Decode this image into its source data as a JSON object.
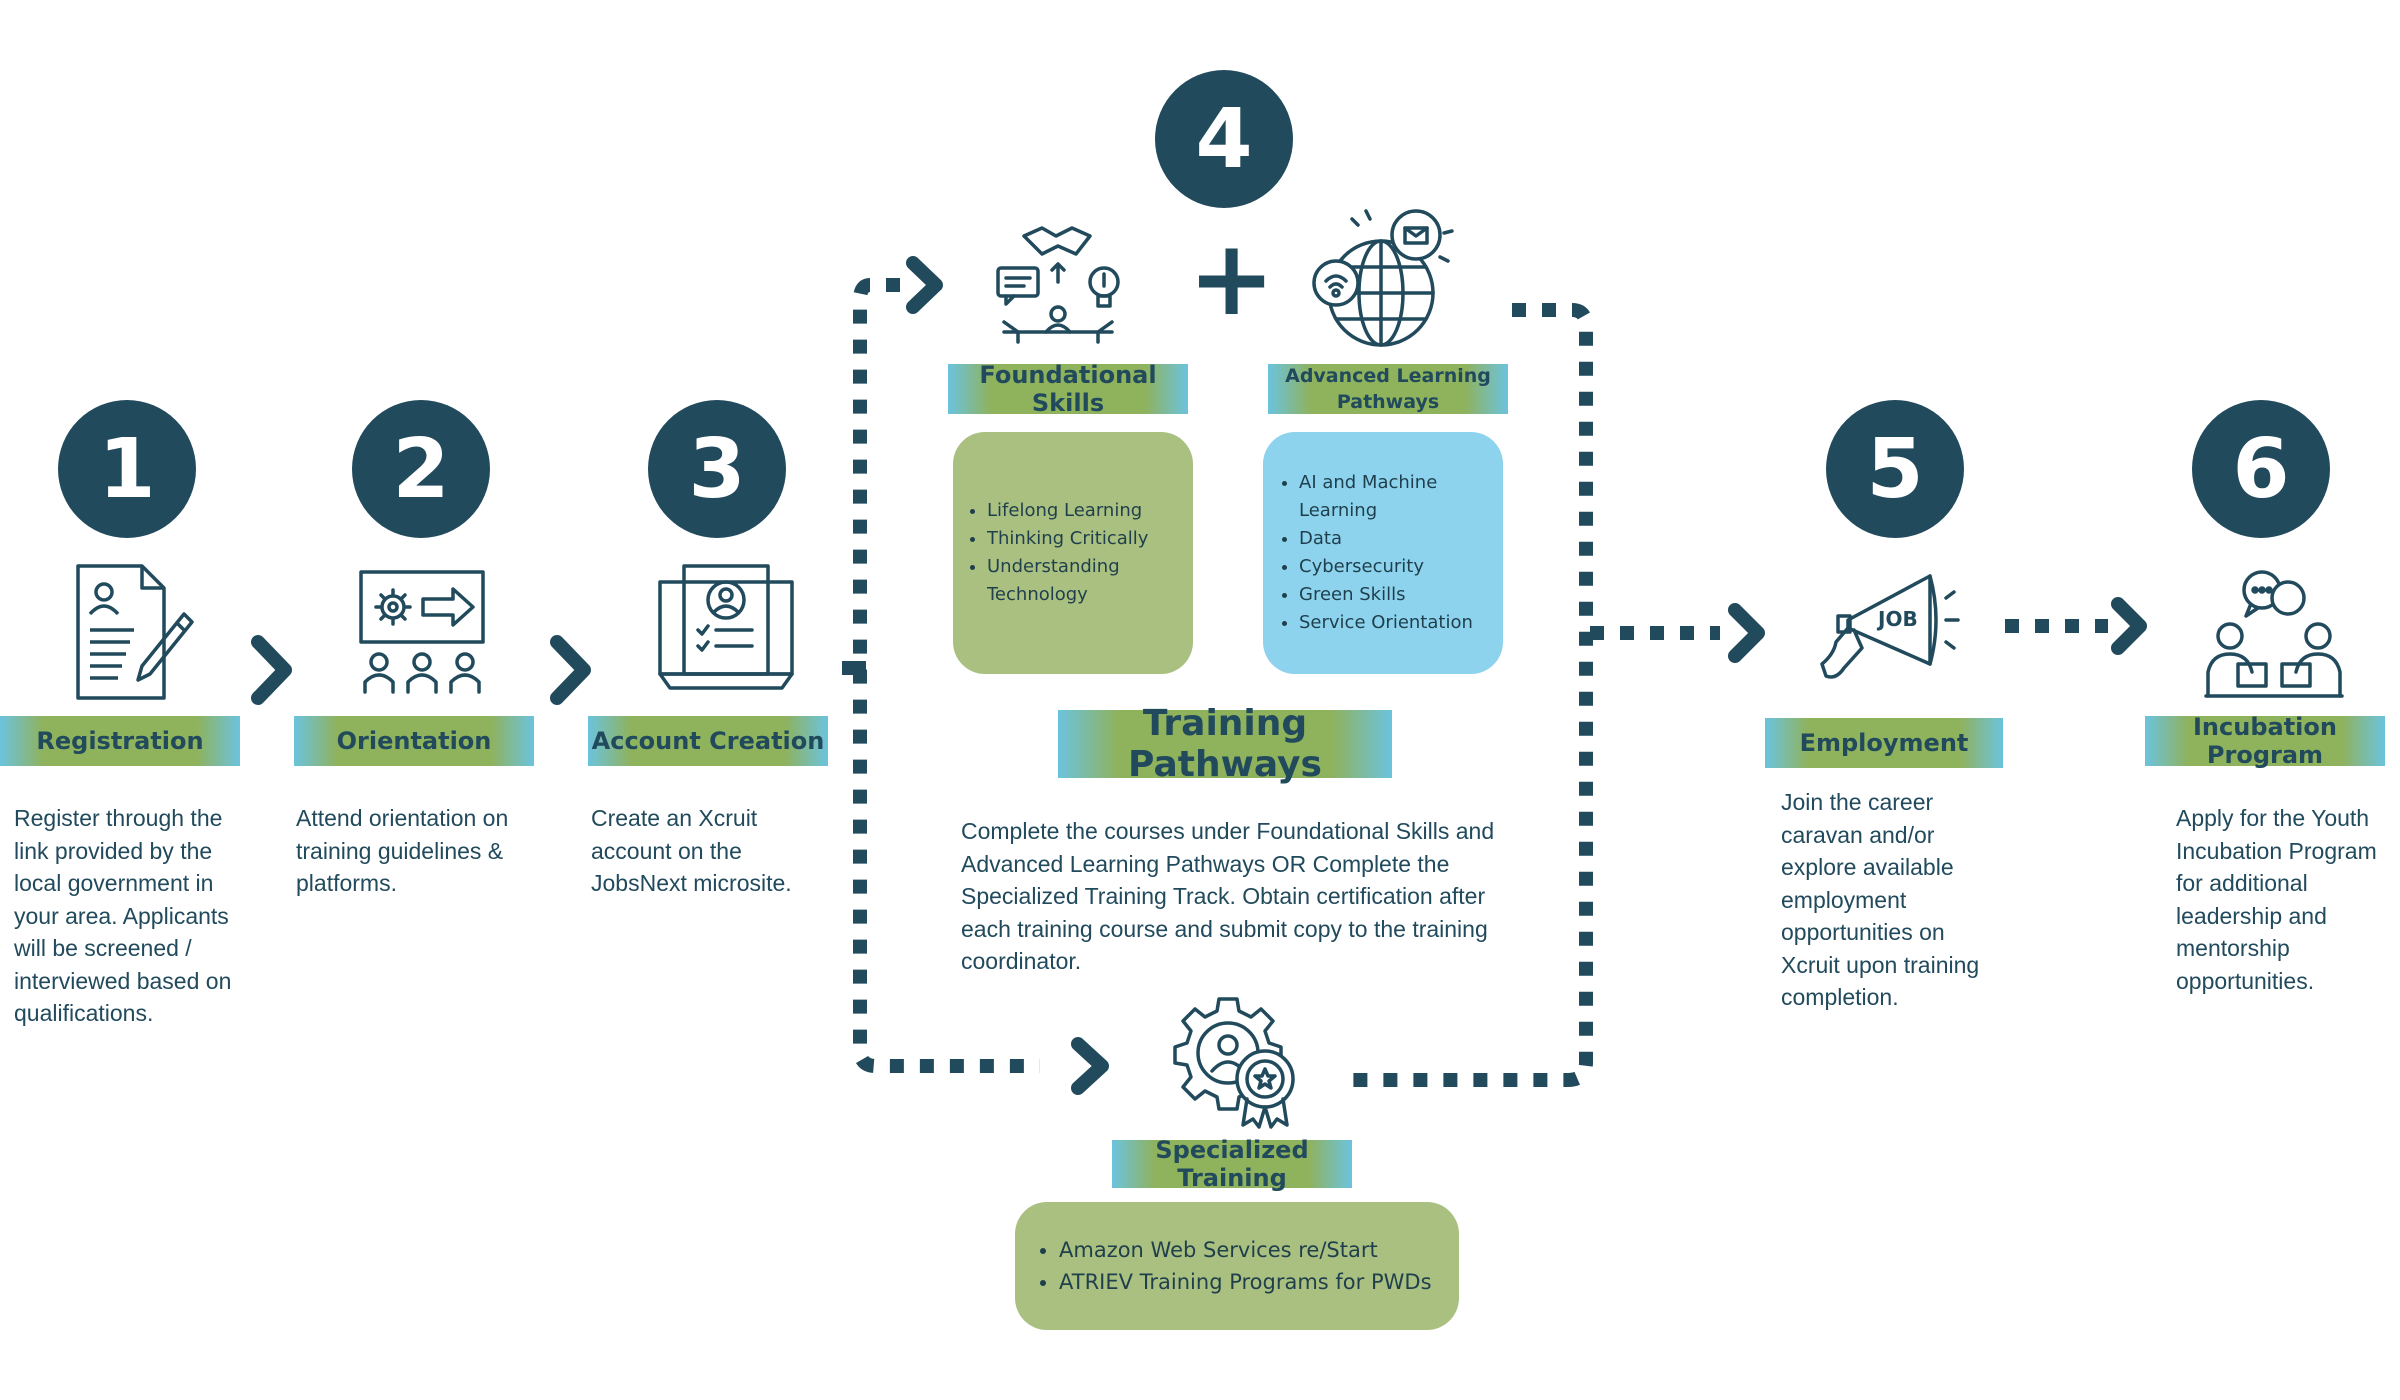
{
  "steps": [
    {
      "number": "1",
      "title": "Registration",
      "description": "Register through the link provided by the local government in your area. Applicants will be screened / interviewed based on qualifications.",
      "icon": "registration-form-icon"
    },
    {
      "number": "2",
      "title": "Orientation",
      "description": "Attend orientation on training guidelines & platforms.",
      "icon": "orientation-presentation-icon"
    },
    {
      "number": "3",
      "title": "Account Creation",
      "description": "Create an Xcruit account on the JobsNext microsite.",
      "icon": "account-profile-icon"
    },
    {
      "number": "4",
      "title": "Training Pathways",
      "description": "Complete the courses under Foundational Skills and Advanced Learning Pathways OR Complete the Specialized Training Track. Obtain certification after each training course and submit copy to the training coordinator."
    },
    {
      "number": "5",
      "title": "Employment",
      "description": "Join the career caravan and/or explore available employment opportunities on Xcruit upon training completion.",
      "icon": "job-megaphone-icon"
    },
    {
      "number": "6",
      "title": "Incubation Program",
      "description": "Apply for the Youth Incubation Program for additional leadership and mentorship opportunities.",
      "icon": "mentorship-meeting-icon"
    }
  ],
  "training": {
    "plus_symbol": "+",
    "foundational": {
      "title": "Foundational Skills",
      "items": [
        "Lifelong Learning",
        "Thinking Critically",
        "Understanding Technology"
      ],
      "icon": "skills-handshake-icon"
    },
    "advanced": {
      "title": "Advanced Learning Pathways",
      "items": [
        "AI and Machine Learning",
        "Data",
        "Cybersecurity",
        "Green Skills",
        "Service Orientation"
      ],
      "icon": "globe-network-icon"
    },
    "specialized": {
      "title": "Specialized Training",
      "items": [
        "Amazon Web Services re/Start",
        "ATRIEV Training Programs for PWDs"
      ],
      "icon": "gear-award-icon",
      "job_badge": "JOB"
    }
  },
  "colors": {
    "navy": "#214a5c",
    "green": "#a9c080",
    "blue": "#8dd3ee",
    "label_green": "#8fb25d",
    "label_blue": "#6cc3de"
  }
}
